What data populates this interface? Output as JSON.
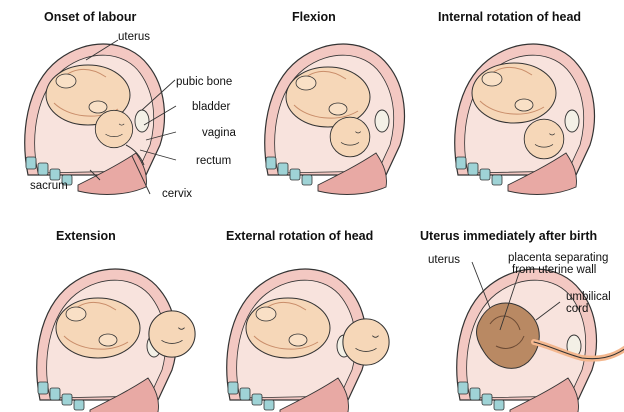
{
  "panels": [
    {
      "title": "Onset of labour",
      "labels": {
        "uterus": "uterus",
        "pubic_bone": "pubic bone",
        "bladder": "bladder",
        "vagina": "vagina",
        "rectum": "rectum",
        "sacrum": "sacrum",
        "cervix": "cervix"
      }
    },
    {
      "title": "Flexion"
    },
    {
      "title": "Internal rotation of head"
    },
    {
      "title": "Extension"
    },
    {
      "title": "External rotation of head"
    },
    {
      "title": "Uterus immediately after birth",
      "labels": {
        "uterus": "uterus",
        "placenta_line1": "placenta separating",
        "placenta_line2": "from uterine wall",
        "cord_line1": "umbilical",
        "cord_line2": "cord"
      }
    }
  ],
  "colors": {
    "skin": "#f6d7b8",
    "skin_shade": "#e9b58f",
    "uterus_wall": "#f3c8c2",
    "uterus_inner": "#e8a9a4",
    "vertebra": "#9fd3d6",
    "placenta": "#b98963",
    "outline": "#333333"
  }
}
